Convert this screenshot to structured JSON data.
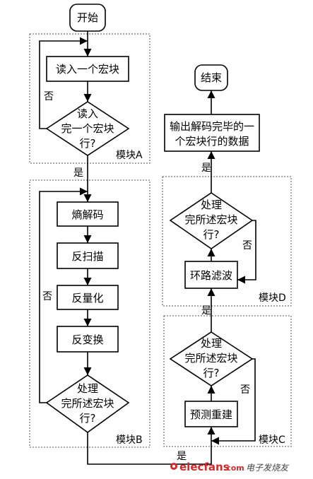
{
  "nodes": {
    "start": "开始",
    "read_mb": "读入一个宏块",
    "read_row_d1": "读入",
    "read_row_d2": "完一个宏块",
    "read_row_d3": "行?",
    "entropy": "熵解码",
    "inv_scan": "反扫描",
    "inv_quant": "反量化",
    "inv_transform": "反变换",
    "b_check_1": "处理",
    "b_check_2": "完所述宏块",
    "b_check_3": "行?",
    "predict": "预测重建",
    "c_check_1": "处理",
    "c_check_2": "完所述宏块",
    "c_check_3": "行?",
    "loop_filter": "环路滤波",
    "d_check_1": "处理",
    "d_check_2": "完所述宏块",
    "d_check_3": "行?",
    "output_1": "输出解码完毕的一",
    "output_2": "个宏块行的数据",
    "end": "结束"
  },
  "modules": {
    "a": "模块A",
    "b": "模块B",
    "c": "模块C",
    "d": "模块D"
  },
  "edge_labels": {
    "a_no": "否",
    "a_yes": "是",
    "b_no": "否",
    "b_yes": "是",
    "c_no": "否",
    "c_yes": "是",
    "d_no": "否",
    "d_yes": "是"
  },
  "watermark": {
    "brand": "elecfans",
    "dot_com": ".com",
    "cn": "电子发烧友"
  }
}
